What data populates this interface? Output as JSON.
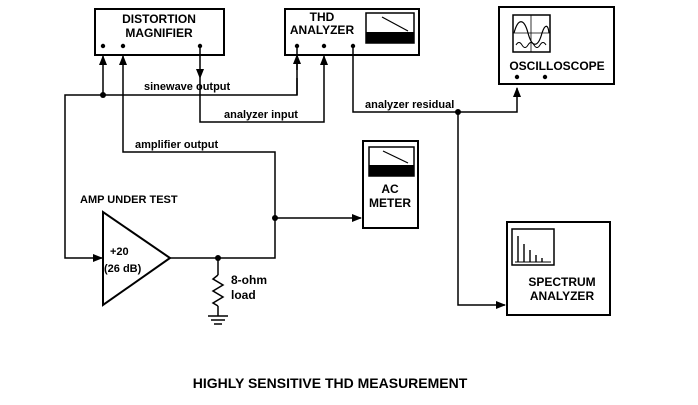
{
  "title": "HIGHLY SENSITIVE THD MEASUREMENT",
  "blocks": {
    "distortion_magnifier": {
      "line1": "DISTORTION",
      "line2": "MAGNIFIER"
    },
    "thd_analyzer": {
      "line1": "THD",
      "line2": "ANALYZER"
    },
    "oscilloscope": {
      "label": "OSCILLOSCOPE"
    },
    "ac_meter": {
      "line1": "AC",
      "line2": "METER"
    },
    "spectrum_analyzer": {
      "line1": "SPECTRUM",
      "line2": "ANALYZER"
    },
    "amp": {
      "heading": "AMP UNDER TEST",
      "gain": "+20",
      "gain_db": "(26 dB)"
    },
    "load": {
      "line1": "8-ohm",
      "line2": "load"
    }
  },
  "signals": {
    "sinewave_output": "sinewave output",
    "analyzer_input": "analyzer input",
    "analyzer_residual": "analyzer residual",
    "amplifier_output": "amplifier output"
  }
}
